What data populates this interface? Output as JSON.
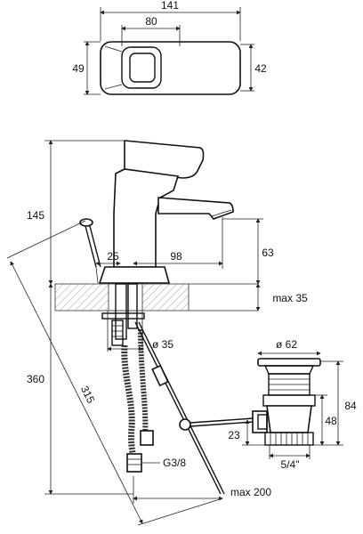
{
  "dimensions": {
    "top_width": "141",
    "top_inner": "80",
    "top_height_left": "49",
    "top_height_right": "42",
    "faucet_height": "145",
    "total_height": "360",
    "diagonal": "315",
    "pull_rod": "25",
    "spout_reach": "98",
    "spout_height": "63",
    "counter_max": "max 35",
    "hole_dia": "ø 35",
    "drain_dia": "ø 62",
    "drain_height": "84",
    "drain_inner": "48",
    "drain_offset": "23",
    "drain_thread": "5/4\"",
    "hose_thread": "G3/8",
    "rod_max": "max 200"
  },
  "colors": {
    "line": "#111111",
    "background": "#ffffff"
  }
}
